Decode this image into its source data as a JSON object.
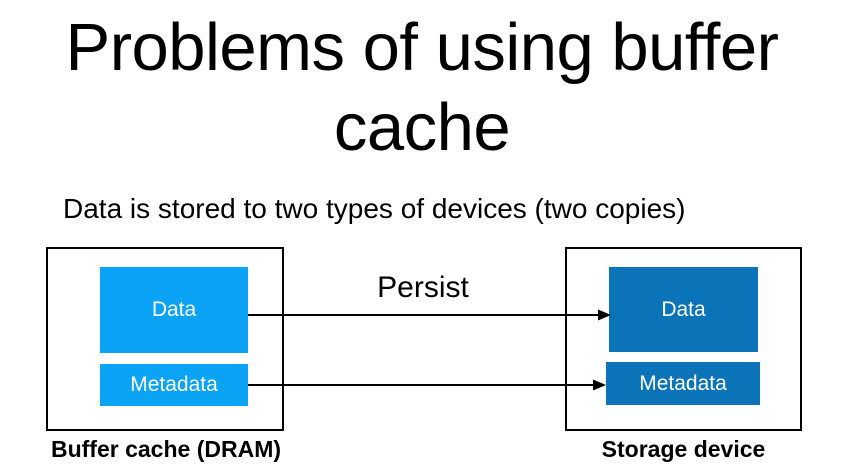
{
  "slide": {
    "title": "Problems of using buffer cache",
    "subtitle": "Data is stored to two types of devices (two copies)",
    "arrow_label": "Persist"
  },
  "diagram": {
    "source": {
      "label": "Buffer cache (DRAM)",
      "blocks": [
        {
          "label": "Data"
        },
        {
          "label": "Metadata"
        }
      ]
    },
    "target": {
      "label": "Storage device",
      "blocks": [
        {
          "label": "Data"
        },
        {
          "label": "Metadata"
        }
      ]
    },
    "colors": {
      "source_block": "#0AA3F5",
      "target_block": "#0B74B8",
      "outline": "#000000",
      "block_text": "#FFFFFF"
    }
  }
}
